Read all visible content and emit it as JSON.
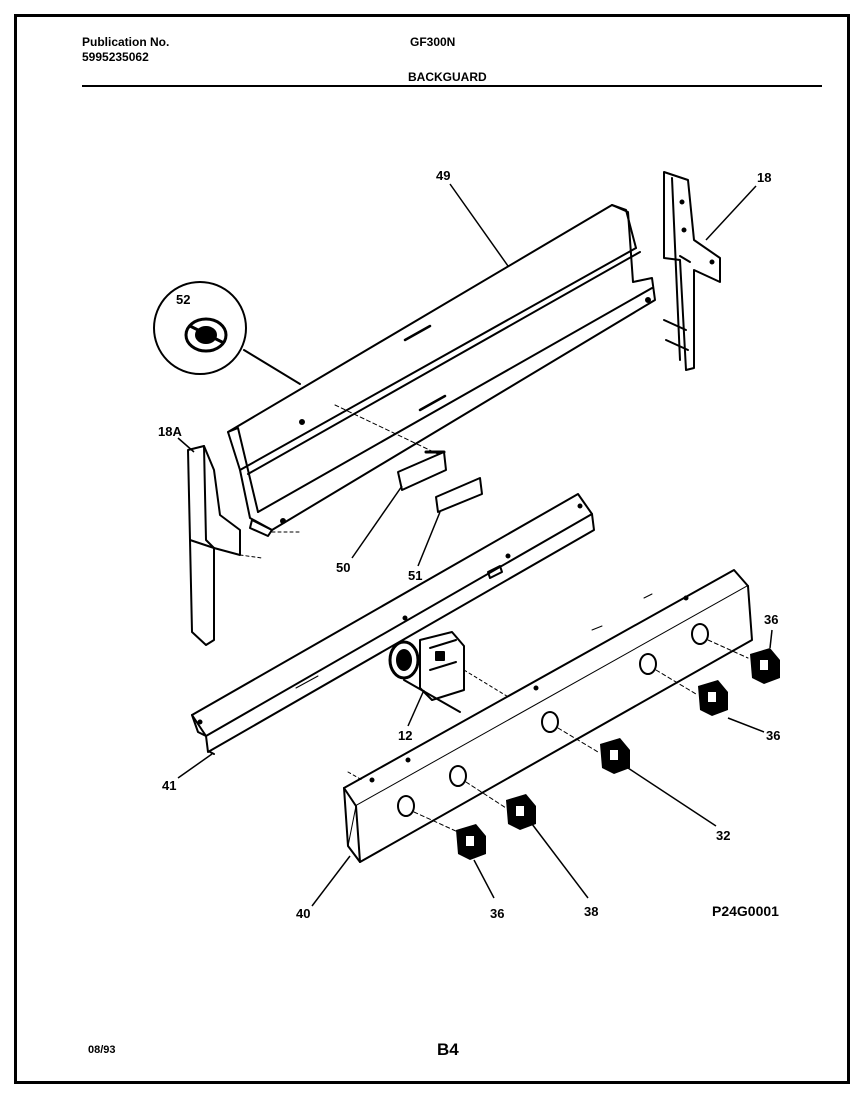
{
  "header": {
    "publication_label": "Publication No.",
    "publication_number": "5995235062",
    "model": "GF300N",
    "section_title": "BACKGUARD"
  },
  "callouts": {
    "c49": "49",
    "c18": "18",
    "c52": "52",
    "c18A": "18A",
    "c50": "50",
    "c51": "51",
    "c36a": "36",
    "c36b": "36",
    "c12": "12",
    "c41": "41",
    "c32": "32",
    "c40": "40",
    "c36c": "36",
    "c38": "38"
  },
  "diagram_code": "P24G0001",
  "footer": {
    "date": "08/93",
    "page": "B4"
  },
  "icons": {
    "detail_circle": "clock-gear-icon",
    "knob": "knob-icon"
  }
}
